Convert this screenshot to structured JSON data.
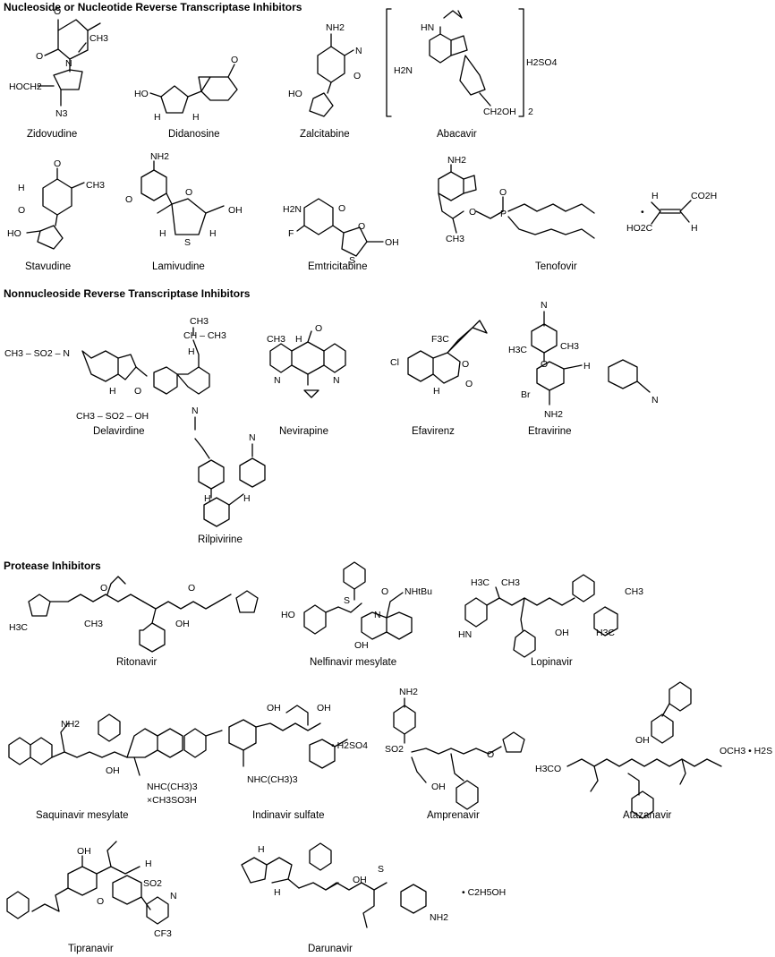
{
  "sections": {
    "nrti": "Nucleoside or Nucleotide Reverse Transcriptase Inhibitors",
    "nnrti": "Nonnucleoside Reverse Transcriptase Inhibitors",
    "pi": "Protease Inhibitors"
  },
  "drugs": {
    "zidovudine": "Zidovudine",
    "didanosine": "Didanosine",
    "zalcitabine": "Zalcitabine",
    "abacavir": "Abacavir",
    "stavudine": "Stavudine",
    "lamivudine": "Lamivudine",
    "emtricitabine": "Emtricitabine",
    "tenofovir": "Tenofovir",
    "delavirdine": "Delavirdine",
    "nevirapine": "Nevirapine",
    "efavirenz": "Efavirenz",
    "etravirine": "Etravirine",
    "rilpivirine": "Rilpivirine",
    "ritonavir": "Ritonavir",
    "nelfinavir": "Nelfinavir mesylate",
    "lopinavir": "Lopinavir",
    "saquinavir": "Saquinavir mesylate",
    "indinavir": "Indinavir sulfate",
    "amprenavir": "Amprenavir",
    "atazanavir": "Atazanavir",
    "tipranavir": "Tipranavir",
    "darunavir": "Darunavir"
  },
  "atoms": {
    "ch3": "CH3",
    "o": "O",
    "n": "N",
    "h": "H",
    "oh": "OH",
    "nh2": "NH2",
    "s": "S",
    "f": "F",
    "cl": "Cl",
    "br": "Br",
    "hoch2": "HOCH2",
    "n3": "N3",
    "ho": "HO",
    "hn": "HN",
    "h2n": "H2N",
    "h2so4": "H2SO4",
    "ch2oh": "CH2OH",
    "two": "2",
    "p": "P",
    "co2h": "CO2H",
    "ho2c": "HO2C",
    "dot": "•",
    "ch3so2": "CH3 – SO2 – N",
    "ch": "CH – CH3",
    "ch3so2oh": "CH3 – SO2 – OH",
    "f3c": "F3C",
    "h3c": "H3C",
    "nhtbu": "NHtBu",
    "nhcme3": "NHC(CH3)3",
    "xms": "×CH3SO3H",
    "nhcme3b": "NHC(CH3)3",
    "h2so4b": "• H2SO4",
    "h3co": "H3CO",
    "och3": "OCH3 • H2S",
    "so2": "SO2",
    "cf3": "CF3",
    "c2h5oh": "• C2H5OH"
  }
}
